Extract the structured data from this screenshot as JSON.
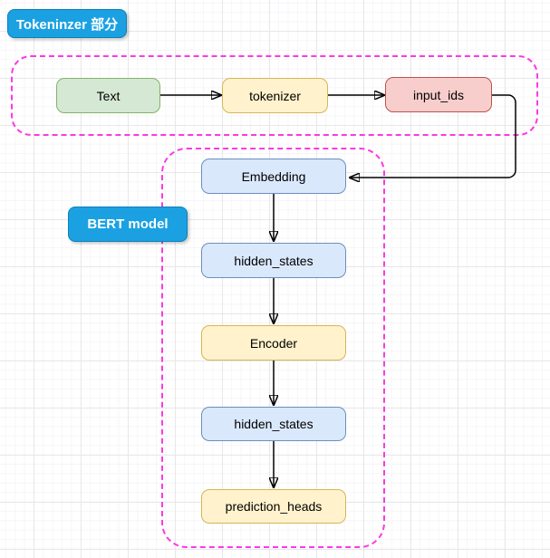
{
  "diagram": {
    "section_labels": {
      "tokenizer_section": "Tokeninzer 部分",
      "bert_model": "BERT model"
    },
    "tokenizer_flow": {
      "nodes": [
        {
          "id": "text",
          "label": "Text",
          "fill": "#d5e8d4",
          "stroke": "#82b366"
        },
        {
          "id": "tokenizer",
          "label": "tokenizer",
          "fill": "#fff2cc",
          "stroke": "#d6b656"
        },
        {
          "id": "input_ids",
          "label": "input_ids",
          "fill": "#f8cecc",
          "stroke": "#b85450"
        }
      ]
    },
    "bert_flow": {
      "nodes": [
        {
          "id": "embedding",
          "label": "Embedding",
          "fill": "#dae8fc",
          "stroke": "#6c8ebf"
        },
        {
          "id": "hidden_states_1",
          "label": "hidden_states",
          "fill": "#dae8fc",
          "stroke": "#6c8ebf"
        },
        {
          "id": "encoder",
          "label": "Encoder",
          "fill": "#fff2cc",
          "stroke": "#d6b656"
        },
        {
          "id": "hidden_states_2",
          "label": "hidden_states",
          "fill": "#dae8fc",
          "stroke": "#6c8ebf"
        },
        {
          "id": "prediction_heads",
          "label": "prediction_heads",
          "fill": "#fff2cc",
          "stroke": "#d6b656"
        }
      ]
    },
    "edges": [
      {
        "from": "Text",
        "to": "tokenizer"
      },
      {
        "from": "tokenizer",
        "to": "input_ids"
      },
      {
        "from": "input_ids",
        "to": "Embedding"
      },
      {
        "from": "Embedding",
        "to": "hidden_states"
      },
      {
        "from": "hidden_states",
        "to": "Encoder"
      },
      {
        "from": "Encoder",
        "to": "hidden_states"
      },
      {
        "from": "hidden_states",
        "to": "prediction_heads"
      }
    ],
    "colors": {
      "section_label_fill": "#1ba1e2",
      "section_label_border": "#0d7fb8",
      "section_label_text": "#ffffff",
      "container_dash": "#fb3ae2",
      "arrow": "#000000",
      "grid_major": "#e8e8ea",
      "grid_minor": "#f6f6f8"
    }
  }
}
